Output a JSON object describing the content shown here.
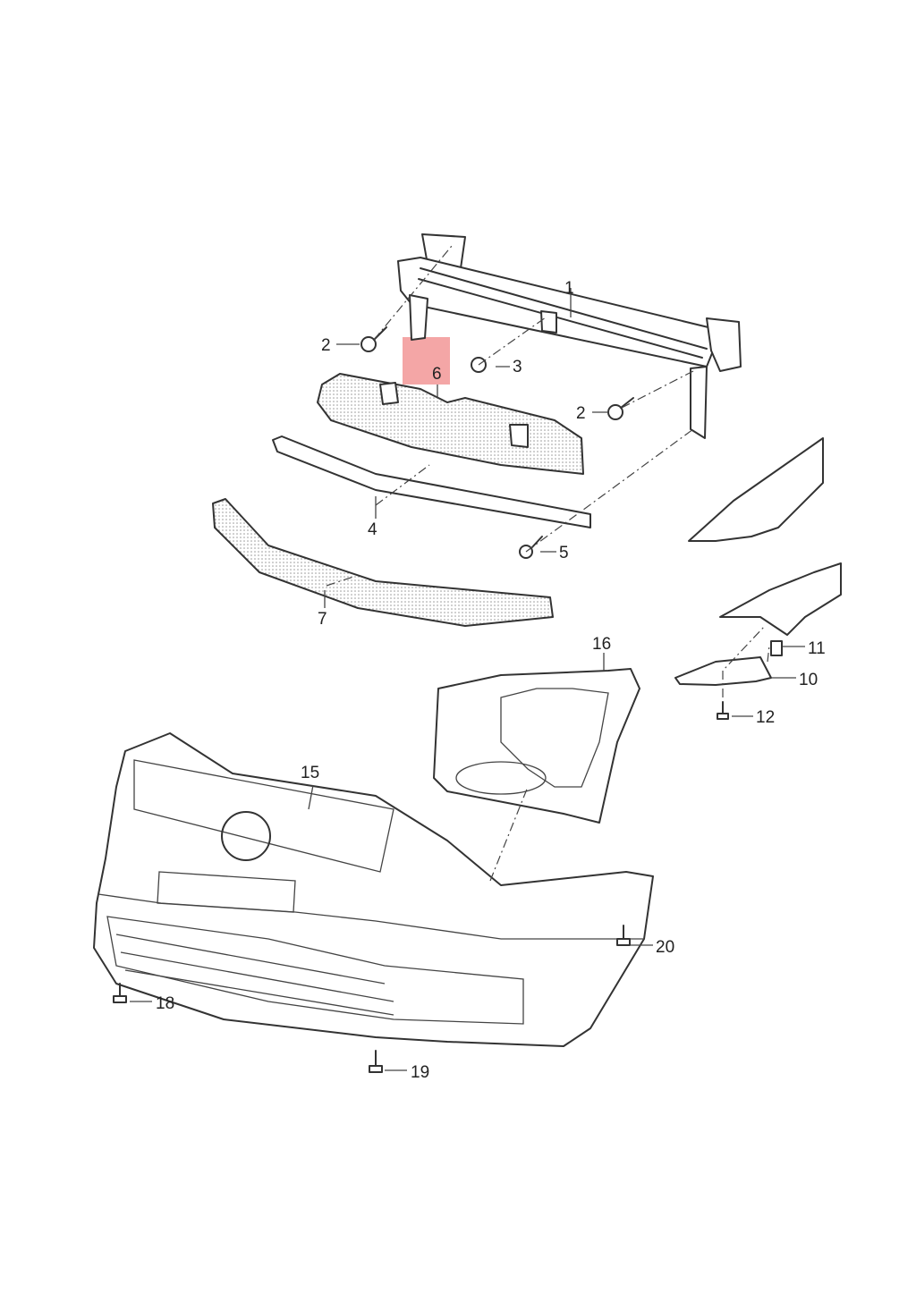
{
  "diagram": {
    "highlight_color": "#f08080",
    "highlighted_part": "6",
    "callouts": {
      "p1": "1",
      "p2a": "2",
      "p2b": "2",
      "p3": "3",
      "p4": "4",
      "p5": "5",
      "p6": "6",
      "p7": "7",
      "p10": "10",
      "p11": "11",
      "p12": "12",
      "p15": "15",
      "p16": "16",
      "p18": "18",
      "p19": "19",
      "p20": "20"
    }
  }
}
